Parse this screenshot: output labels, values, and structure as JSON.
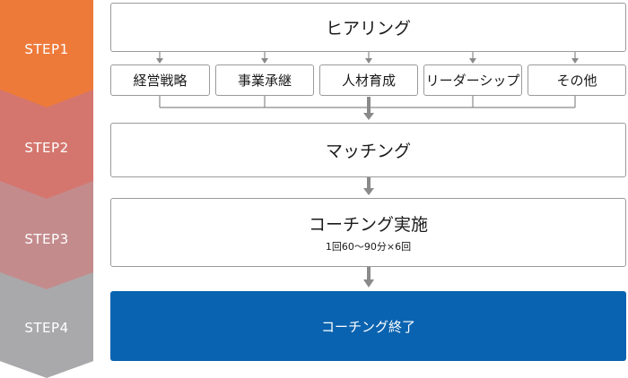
{
  "steps": [
    {
      "label": "STEP1",
      "color": "#ee7a3a"
    },
    {
      "label": "STEP2",
      "color": "#d4766e"
    },
    {
      "label": "STEP3",
      "color": "#c48b8d"
    },
    {
      "label": "STEP4",
      "color": "#a9a9ab"
    }
  ],
  "hearing": {
    "title": "ヒアリング"
  },
  "topics": [
    "経営戦略",
    "事業承継",
    "人材育成",
    "リーダーシップ",
    "その他"
  ],
  "matching": {
    "title": "マッチング"
  },
  "coaching": {
    "title": "コーチング実施",
    "detail": "1回60〜90分×6回"
  },
  "finish": {
    "title": "コーチング終了",
    "color": "#0a63b0"
  }
}
